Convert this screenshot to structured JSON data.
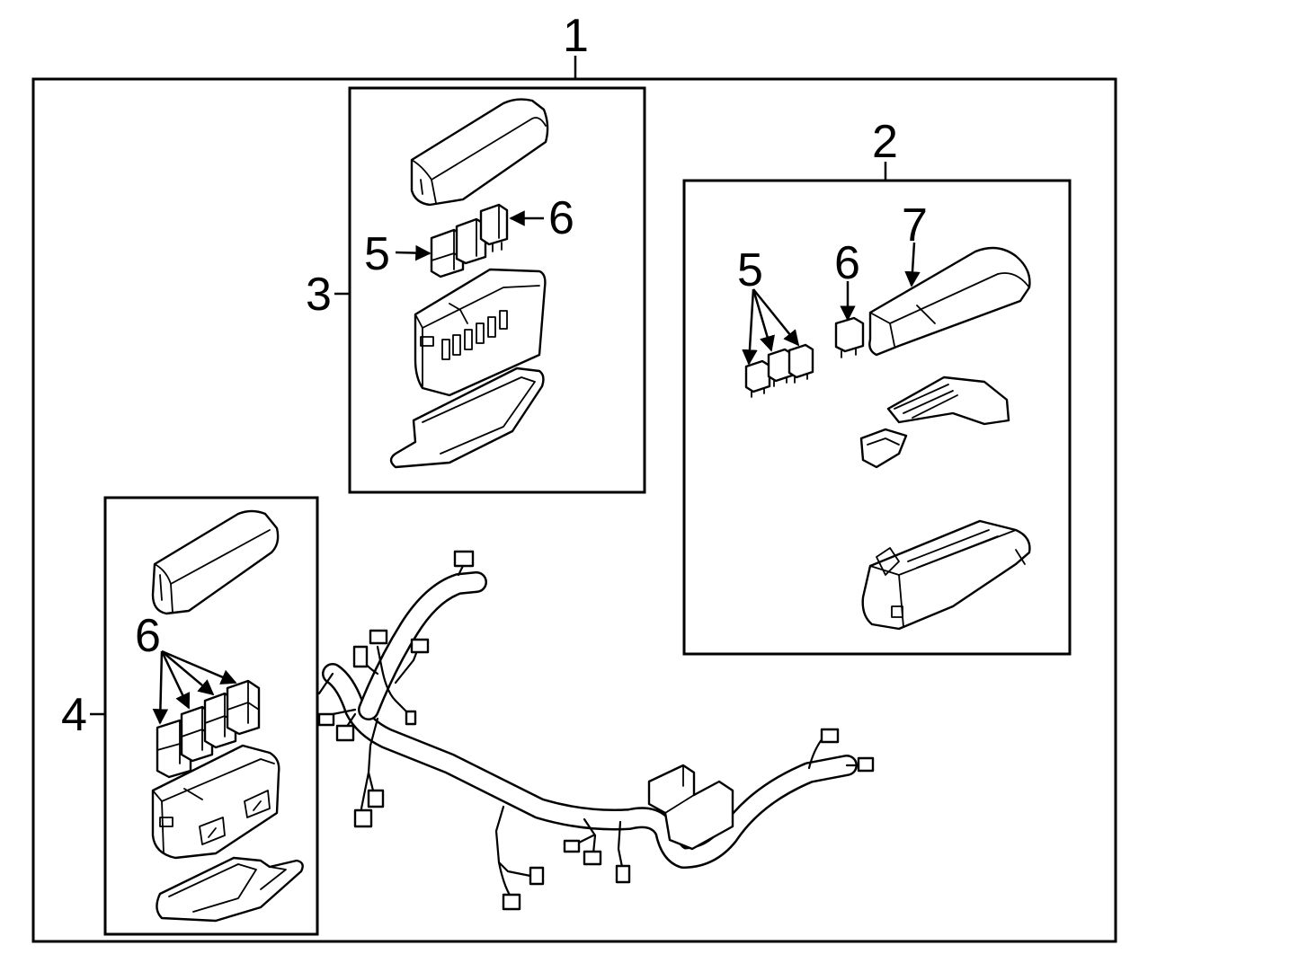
{
  "diagram": {
    "callouts": {
      "c1": "1",
      "c2": "2",
      "c3": "3",
      "c4": "4",
      "c5_group3": "5",
      "c6_group3": "6",
      "c5_group2": "5",
      "c6_group2": "6",
      "c7_group2": "7",
      "c6_group4": "6"
    },
    "line_color": "#000000",
    "background_color": "#ffffff"
  }
}
